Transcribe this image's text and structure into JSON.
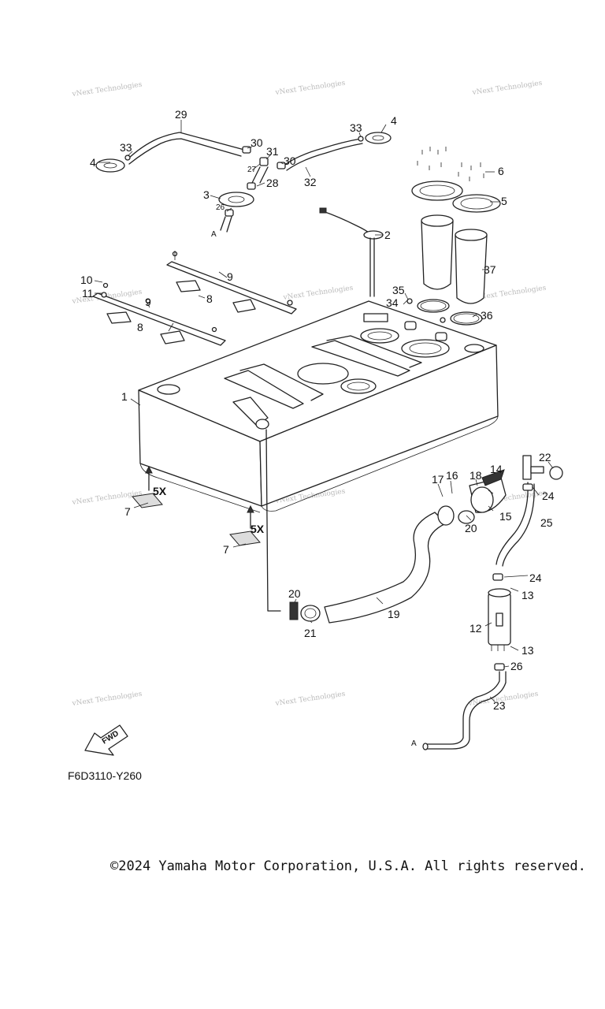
{
  "diagram": {
    "code": "F6D3110-Y260",
    "copyright": "©2024 Yamaha Motor Corporation, U.S.A. All rights reserved.",
    "watermark": "vNext Technologies",
    "fwd_label": "FWD",
    "qty_label": "5X",
    "hose_connection_label": "A",
    "part_callouts": [
      "1",
      "2",
      "3",
      "4",
      "5",
      "6",
      "7",
      "8",
      "9",
      "10",
      "11",
      "12",
      "13",
      "14",
      "15",
      "16",
      "17",
      "18",
      "19",
      "20",
      "21",
      "22",
      "23",
      "24",
      "25",
      "26",
      "27",
      "28",
      "29",
      "30",
      "31",
      "32",
      "33",
      "34",
      "35",
      "36",
      "37"
    ]
  }
}
